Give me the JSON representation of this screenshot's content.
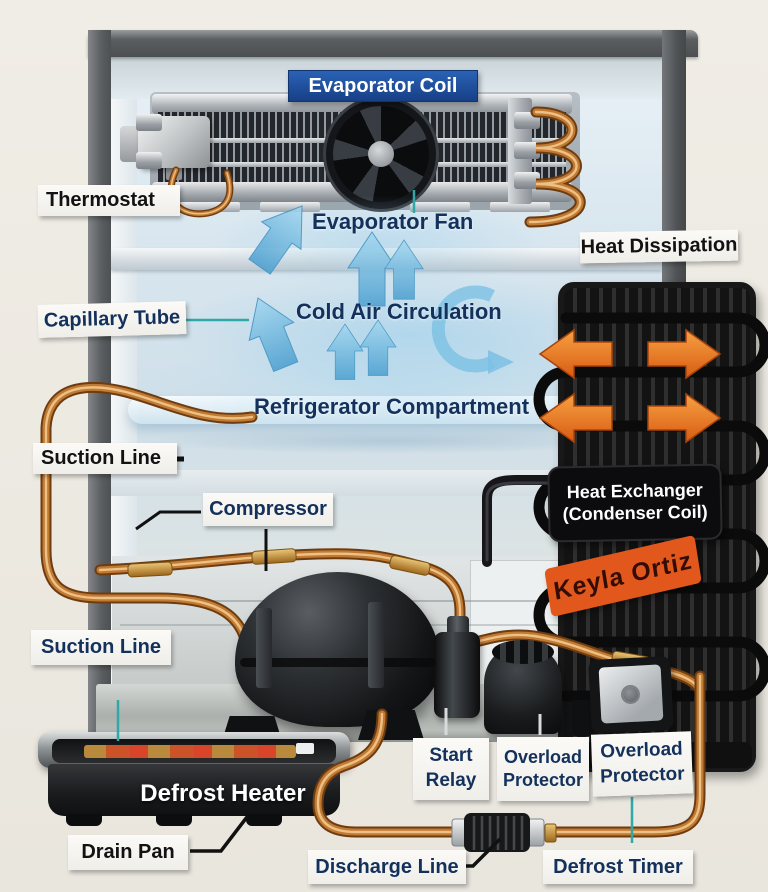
{
  "diagram": {
    "type": "refrigerator-components-diagram",
    "watermark": "Keyla Ortiz",
    "labels": {
      "evaporator_coil": "Evaporator Coil",
      "thermostat": "Thermostat",
      "evaporator_fan": "Evaporator Fan",
      "heat_dissipation": "Heat Dissipation",
      "capillary_tube": "Capillary Tube",
      "cold_air_circulation": "Cold Air Circulation",
      "refrigerator_compartment": "Refrigerator Compartment",
      "suction_line_upper": "Suction Line",
      "compressor": "Compressor",
      "heat_exchanger": {
        "line1": "Heat Exchanger",
        "line2": "(Condenser Coil)"
      },
      "suction_line_lower": "Suction Line",
      "defrost_heater": "Defrost Heater",
      "drain_pan": "Drain Pan",
      "start_relay": {
        "line1": "Start",
        "line2": "Relay"
      },
      "overload_protector_1": {
        "line1": "Overload",
        "line2": "Protector"
      },
      "overload_protector_2": {
        "line1": "Overload",
        "line2": "Protector"
      },
      "discharge_line": "Discharge Line",
      "defrost_timer": "Defrost Timer"
    },
    "colors": {
      "label_banner_blue": "#1b4d9e",
      "label_text_navy": "#14315c",
      "watermark_orange": "#e2571c",
      "copper_pipe": "#bf7a34",
      "cold_air_blue": "#5fb3dc",
      "heat_arrow_orange": "#ef7d22",
      "background_cream": "#edeae2"
    }
  }
}
